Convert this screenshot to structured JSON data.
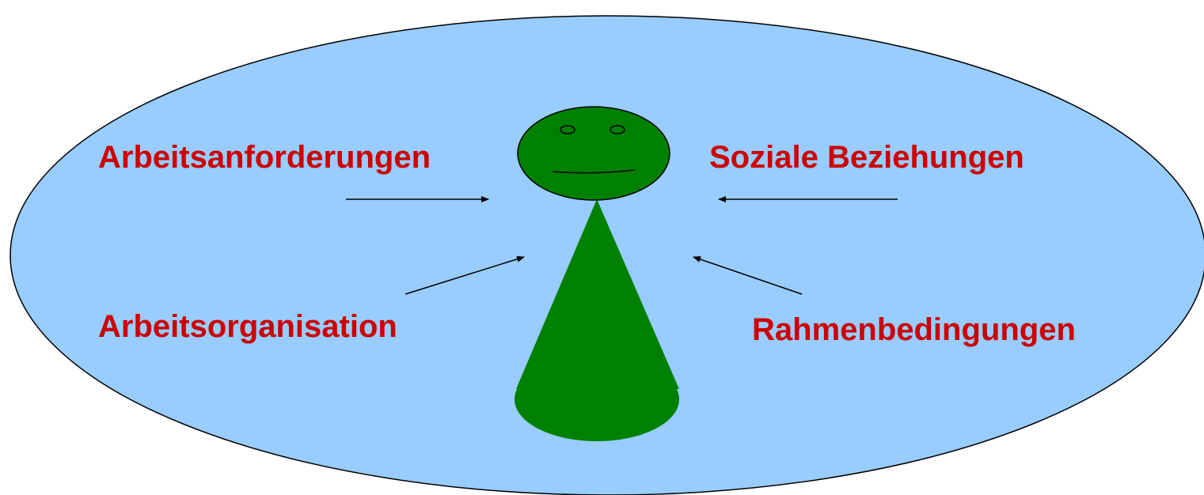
{
  "colors": {
    "background_ellipse": "#99ccff",
    "figure": "#008000",
    "label_text": "#cc0000",
    "outline": "#000000"
  },
  "labels": {
    "top_left": "Arbeitsanforderungen",
    "top_right": "Soziale Beziehungen",
    "bottom_left": "Arbeitsorganisation",
    "bottom_right": "Rahmenbedingungen"
  }
}
